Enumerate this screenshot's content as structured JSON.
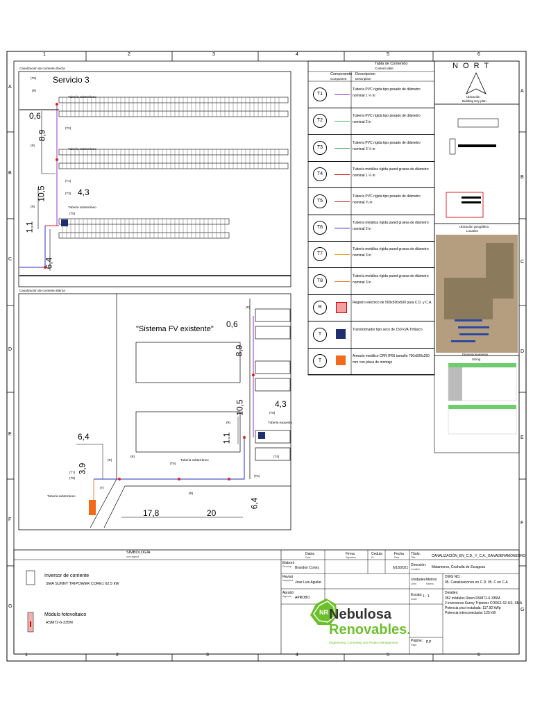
{
  "grid": {
    "columns": [
      "1",
      "2",
      "3",
      "4",
      "5",
      "6"
    ],
    "rows": [
      "A",
      "B",
      "C",
      "D",
      "E",
      "F",
      "G"
    ]
  },
  "dc_section": {
    "title": "Canalización de corriente directa",
    "service": "Servicio 3",
    "dims": [
      "0,6",
      "8,9",
      "10,5",
      "4,3",
      "1,1",
      "6,4"
    ],
    "tags": [
      "(T5)",
      "(R)",
      "(T2)",
      "(R)",
      "(T1)",
      "(T3)",
      "(R)",
      "(T5)"
    ],
    "labels": [
      "Tubería subterráneo",
      "Tubería subterráneo",
      "Tubería subterráneo"
    ]
  },
  "ac_section": {
    "title": "Canalización de corriente alterna",
    "existing": "\"Sistema FV existente\"",
    "dims": [
      "0,6",
      "8,9",
      "10,5",
      "4,3",
      "1,1",
      "6,4",
      "3,9",
      "6,4",
      "17,8",
      "20"
    ],
    "labels": [
      "Tubería subterráneo",
      "Tubería subterráneo",
      "Tubería expuesta"
    ],
    "tags": [
      "(R)",
      "(R)",
      "(T6)",
      "(T7)",
      "(T8)",
      "(T)",
      "(R)",
      "(T6)",
      "(R)",
      "(T4)",
      "(T6)",
      "(R)"
    ]
  },
  "legend": {
    "title": "Tabla de Contenido",
    "title_sub": "Content table",
    "col1": "Componente",
    "col1_sub": "Component",
    "col2": "Descripcion",
    "col2_sub": "Description",
    "rows": [
      {
        "tag": "T1",
        "color": "#9b2fc9",
        "kind": "line",
        "desc": "Tubería PVC rígida tipo pesado de diámetro nominal 1 ¼ in"
      },
      {
        "tag": "T2",
        "color": "#4caf50",
        "kind": "line",
        "desc": "Tubería PVC rígida tipo pesado de diámetro nominal 2 in"
      },
      {
        "tag": "T3",
        "color": "#2e9e6b",
        "kind": "line",
        "desc": "Tubería PVC rígida tipo pesado de diámetro nominal 3 ½ in"
      },
      {
        "tag": "T4",
        "color": "#e02020",
        "kind": "line",
        "desc": "Tubería metálica rígida pared gruesa de diámetro nominal 1 ¼ in"
      },
      {
        "tag": "T5",
        "color": "#d84040",
        "kind": "line",
        "desc": "Tubería PVC rígida tipo pesado de diámetro nominal ¾ in"
      },
      {
        "tag": "T6",
        "color": "#2030c0",
        "kind": "line",
        "desc": "Tubería metálica rígida pared gruesa de diámetro nominal 2 in"
      },
      {
        "tag": "T7",
        "color": "#f0a020",
        "kind": "line",
        "desc": "Tubería metálica rígida pared gruesa de diámetro nominal 3 in"
      },
      {
        "tag": "T8",
        "color": "#f08030",
        "kind": "line",
        "desc": "Tubería metálica rígida pared gruesa de diámetro nominal 3 in"
      },
      {
        "tag": "R",
        "color": "#f4a0a0",
        "kind": "swatch",
        "desc": "Registro eléctrico de 500x500x500 para C.D. y C.A."
      },
      {
        "tag": "T",
        "color": "#1f2f6e",
        "kind": "swatch",
        "desc": "Transformador tipo seco de 150 kVA Trifásico"
      },
      {
        "tag": "T",
        "color": "#f06a1a",
        "kind": "swatch",
        "desc": "Armario metálico CRN IP66 tamaño 700x500x250 mm con placa de montaje"
      }
    ]
  },
  "right_panel": {
    "north": "N O R T",
    "keyplan": "Ubicación",
    "keyplan_sub": "Building Key plan",
    "geo": "Ubicación geográfica",
    "geo_sub": "Location",
    "sizing": "Dimensionamiento",
    "sizing_sub": "Sizing"
  },
  "symbology": {
    "title": "SIMBOLOGÍA",
    "title_sub": "Icon legend",
    "inverter_title": "Inversor de corriente",
    "inverter_model": "SMA SUNNY TRIPOWER CORE1 62.5 kW",
    "module_title": "Módulo fotovoltaico",
    "module_model": "RSM72-6-335M"
  },
  "title_block": {
    "col_datos": "Datos",
    "col_datos_sub": "Data",
    "col_firma": "Firma",
    "col_firma_sub": "Signature",
    "col_cedula": "Cedula",
    "col_cedula_sub": "ID",
    "col_fecha": "Fecha",
    "col_fecha_sub": "Date",
    "elaboro": "Elaboró",
    "elaboro_sub": "Develop",
    "elaboro_name": "Brandon Cortez",
    "fecha": "6/18/2021",
    "reviso": "Revisó",
    "reviso_sub": "Inspected",
    "reviso_name": "Jose Luis Aguilar",
    "aprobo": "Aprobó",
    "aprobo_sub": "Approve",
    "aprobo_name": "APROBO",
    "titulo": "Título:",
    "titulo_sub": "Title",
    "titulo_val": "CANALIZACIÓN_EN_C.D._Y_C.A._GANADERAMONEGRO",
    "direccion": "Dirección:",
    "direccion_sub": "Location",
    "direccion_val": "Matamoros, Coahuila de Zaragoza",
    "unidades": "Unidades:",
    "unidades_sub": "Units",
    "unidades_val": "Metros",
    "unidades_val_sub": "Meters",
    "dwg": "DWG NO.:",
    "dwg_val": "05. Canalizaciones en C.D. 05. C en C.A",
    "escala": "Escala:",
    "escala_sub": "Scale",
    "escala_val": "1 : 1",
    "detalles": "Detalles:",
    "detalles_lines": [
      "352 módulos Risen RSM72-6-335M",
      "2 inversores Sunny Tripower CORE1 62-US, SMA",
      "Potencia pico instalada: 117.92 kWp",
      "Potencia interconectada: 125 kW"
    ],
    "pagina": "Página:",
    "pagina_sub": "Page",
    "pagina_val": "P.P"
  },
  "brand": {
    "name1": "Nebulosa",
    "name2": "Renovables.",
    "tagline": "Engineering, Consulting and Project Management",
    "badge": "NR",
    "color_dark": "#333333",
    "color_green": "#6cbf2a"
  }
}
